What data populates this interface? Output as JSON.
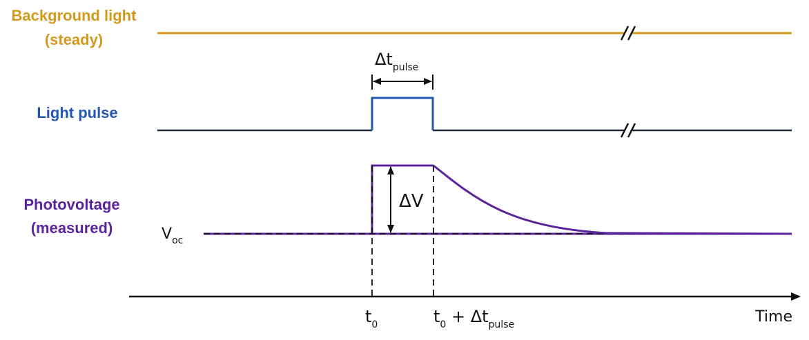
{
  "colors": {
    "background_light": "#d49a1e",
    "light_pulse": "#2257b4",
    "photovoltage": "#5b239c",
    "axis": "#111111",
    "baseline": "#1e2a3c"
  },
  "labels": {
    "background_light_line1": "Background light",
    "background_light_line2": "(steady)",
    "light_pulse": "Light pulse",
    "photovoltage_line1": "Photovoltage",
    "photovoltage_line2": "(measured)",
    "time": "Time"
  },
  "annotations": {
    "delta_t": "Δt",
    "delta_t_sub": "pulse",
    "delta_v": "ΔV",
    "voc": "V",
    "voc_sub": "oc",
    "t0": "t",
    "t0_sub": "0",
    "t0_plus": "t",
    "t0_plus_sub": "0",
    "t0_plus_mid": " + Δt",
    "t0_plus_end_sub": "pulse"
  },
  "icons": [
    "axis-break-icon",
    "arrow-head-icon"
  ]
}
